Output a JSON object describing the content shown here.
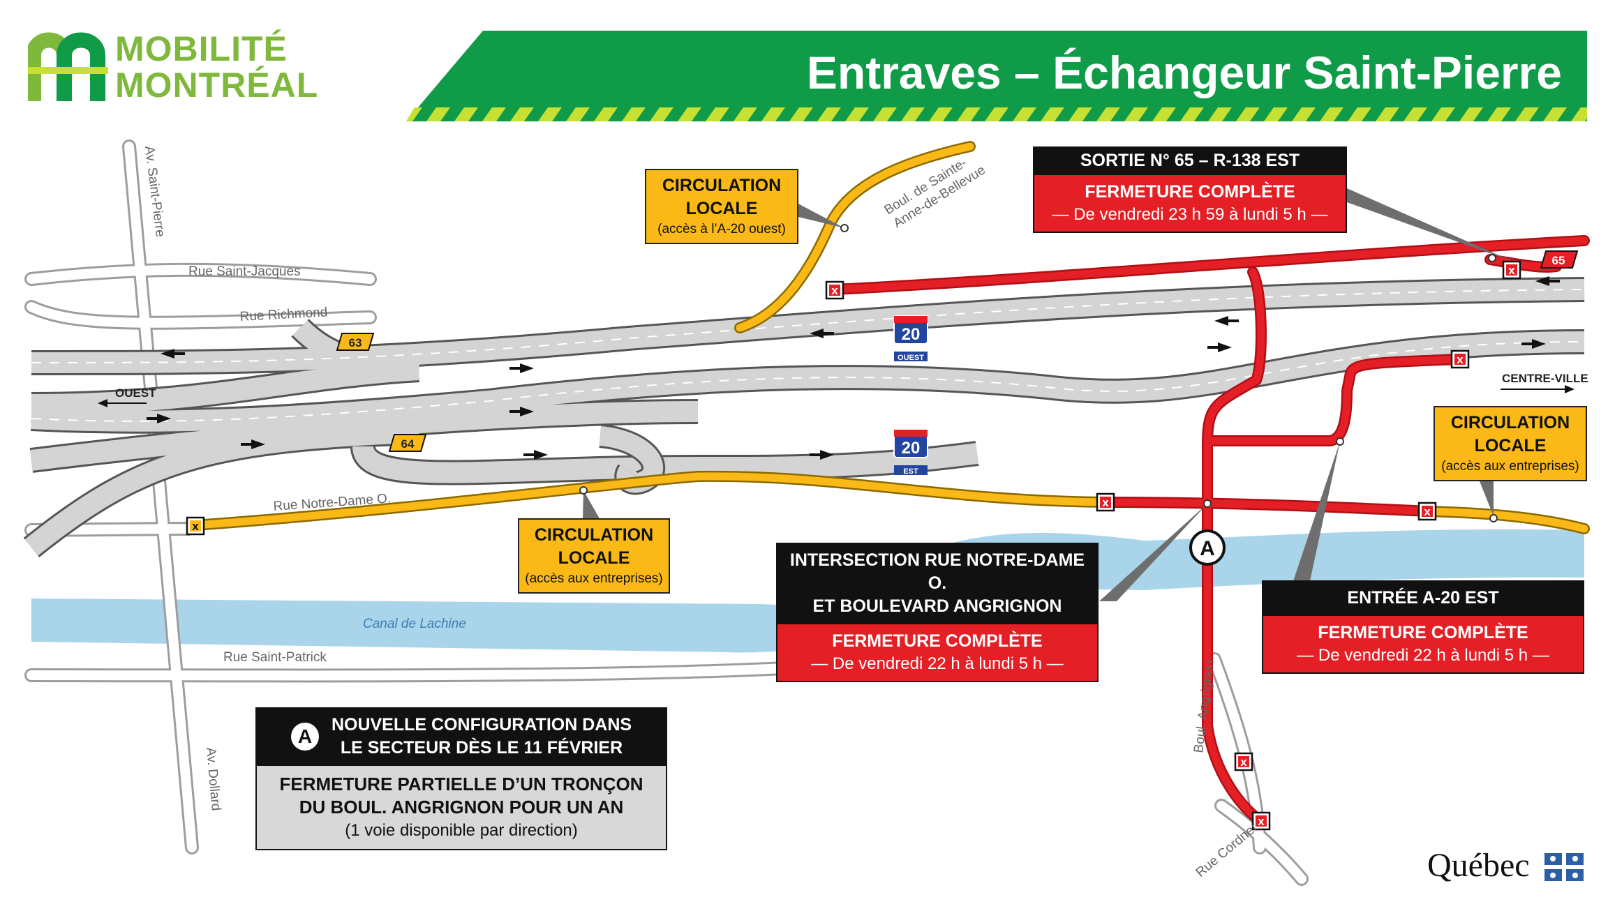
{
  "header": {
    "logo_line1": "MOBILITÉ",
    "logo_line2": "MONTRÉAL",
    "title": "Entraves – Échangeur Saint-Pierre"
  },
  "streets": {
    "av_saint_pierre": "Av. Saint-Pierre",
    "rue_saint_jacques": "Rue Saint-Jacques",
    "rue_richmond": "Rue Richmond",
    "rue_notre_dame": "Rue Notre-Dame O.",
    "canal": "Canal de Lachine",
    "rue_saint_patrick": "Rue Saint-Patrick",
    "av_dollard": "Av. Dollard",
    "boul_angrignon": "Boul. Angrignon",
    "rue_cordner": "Rue Cordner",
    "boul_sainte_anne_line1": "Boul. de Sainte-",
    "boul_sainte_anne_line2": "Anne-de-Bellevue"
  },
  "directions": {
    "ouest": "OUEST",
    "centre_ville": "CENTRE-VILLE"
  },
  "exits": {
    "exit_63": "63",
    "exit_64": "64",
    "exit_65": "65"
  },
  "shields": {
    "a20_number": "20",
    "a20_ouest": "OUEST",
    "a20_est": "EST"
  },
  "marker_a": "A",
  "callouts": {
    "local_a20": {
      "line1": "CIRCULATION",
      "line2": "LOCALE",
      "line3": "(accès à l’A-20 ouest)"
    },
    "local_notre_dame": {
      "line1": "CIRCULATION",
      "line2": "LOCALE",
      "line3": "(accès aux entreprises)"
    },
    "local_east": {
      "line1": "CIRCULATION",
      "line2": "LOCALE",
      "line3": "(accès aux entreprises)"
    },
    "sortie_65": {
      "head": "SORTIE N° 65 – R-138 EST",
      "line1": "FERMETURE COMPLÈTE",
      "line2": "— De vendredi 23 h 59 à lundi 5 h —"
    },
    "intersection": {
      "head1": "INTERSECTION RUE NOTRE-DAME O.",
      "head2": "ET BOULEVARD ANGRIGNON",
      "line1": "FERMETURE COMPLÈTE",
      "line2": "— De vendredi 22 h à lundi 5 h —"
    },
    "entree_a20": {
      "head": "ENTRÉE A-20 EST",
      "line1": "FERMETURE COMPLÈTE",
      "line2": "— De vendredi 22 h à lundi 5 h —"
    },
    "config": {
      "marker": "A",
      "head1": "NOUVELLE CONFIGURATION DANS",
      "head2": "LE SECTEUR DÈS LE 11 FÉVRIER",
      "line1": "FERMETURE PARTIELLE D’UN TRONÇON",
      "line2": "DU BOUL. ANGRIGNON POUR UN AN",
      "line3": "(1 voie disponible par direction)"
    }
  },
  "footer": {
    "quebec": "Québec"
  },
  "colors": {
    "banner_green": "#0f9b48",
    "logo_green": "#7fb93b",
    "closure_red": "#e41f26",
    "local_yellow": "#fbb917",
    "canal_blue": "#a9d4ea",
    "road_grey": "#d4d4d4",
    "quebec_blue": "#2d5fa8"
  }
}
